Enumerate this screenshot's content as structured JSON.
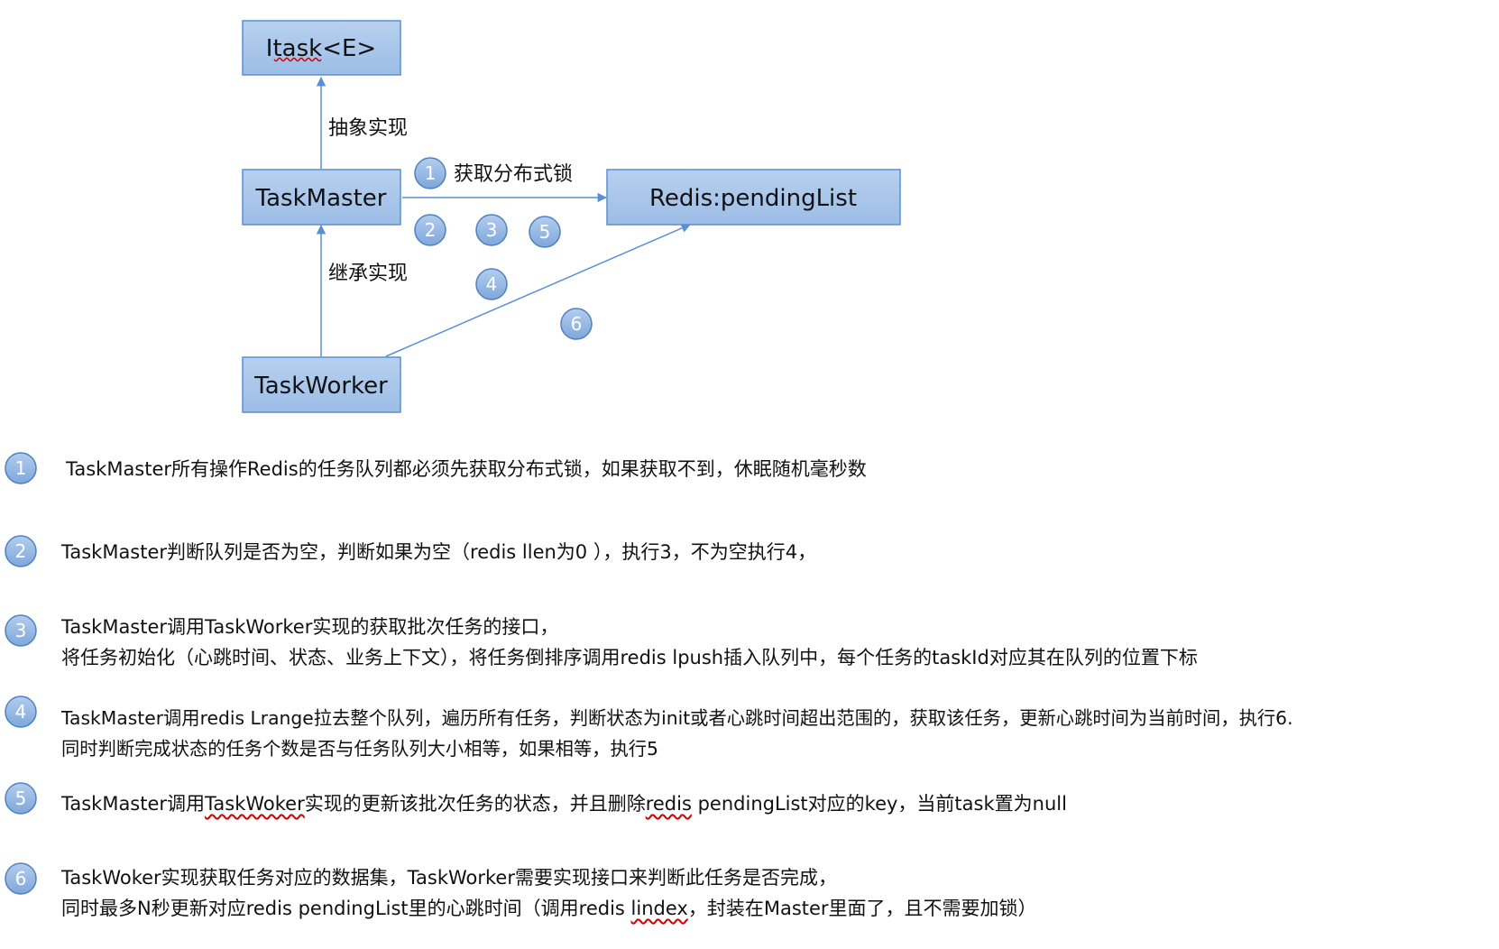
{
  "diagram": {
    "boxes": {
      "itask": "Itask<E>",
      "taskmaster": "TaskMaster",
      "taskworker": "TaskWorker",
      "redis": "Redis:pendingList"
    },
    "edge_labels": {
      "abstract_impl": "抽象实现",
      "inherit_impl": "继承实现",
      "lock": "获取分布式锁"
    },
    "step_badges": [
      "1",
      "2",
      "3",
      "5",
      "4",
      "6"
    ]
  },
  "notes": [
    {
      "num": "1",
      "lines": [
        "TaskMaster所有操作Redis的任务队列都必须先获取分布式锁，如果获取不到，休眠随机毫秒数"
      ]
    },
    {
      "num": "2",
      "lines": [
        "TaskMaster判断队列是否为空，判断如果为空（redis llen为0 ），执行3，不为空执行4，"
      ]
    },
    {
      "num": "3",
      "lines": [
        "TaskMaster调用TaskWorker实现的获取批次任务的接口，",
        "将任务初始化（心跳时间、状态、业务上下文），将任务倒排序调用redis lpush插入队列中，每个任务的taskId对应其在队列的位置下标"
      ]
    },
    {
      "num": "4",
      "lines": [
        "TaskMaster调用redis Lrange拉去整个队列，遍历所有任务，判断状态为init或者心跳时间超出范围的，获取该任务，更新心跳时间为当前时间，执行6.",
        "同时判断完成状态的任务个数是否与任务队列大小相等，如果相等，执行5"
      ]
    },
    {
      "num": "5",
      "parts": [
        "TaskMaster调用",
        "TaskWoker",
        "实现的更新该批次任务的状态，并且删除",
        "redis",
        " pendingList对应的key，当前task置为null"
      ]
    },
    {
      "num": "6",
      "lines": [
        "TaskWoker实现获取任务对应的数据集，TaskWorker需要实现接口来判断此任务是否完成，"
      ],
      "parts": [
        "同时最多N秒更新对应redis pendingList里的心跳时间（调用redis ",
        "lindex",
        "，封装在Master里面了，且不需要加锁）"
      ]
    }
  ],
  "colors": {
    "box_fill": "#a9c6ea",
    "box_stroke": "#5b8fd3",
    "badge_fill": "#8fb3e0",
    "badge_stroke": "#4f81bd",
    "line": "#5b8fd3",
    "spell_underline": "#d00000"
  }
}
